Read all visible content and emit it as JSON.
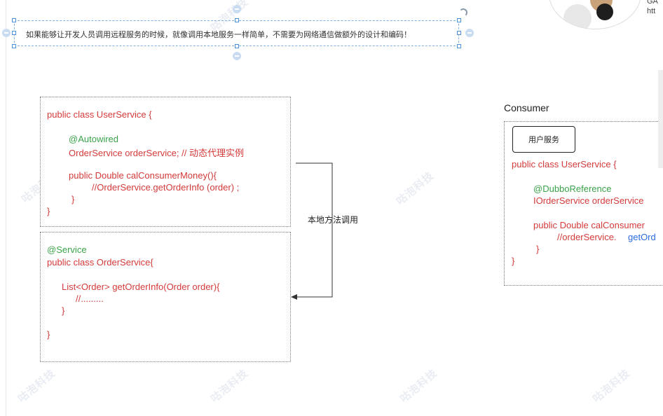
{
  "selected_text": "如果能够让开发人员调用远程服务的时候，就像调用本地服务一样简单，不需要为网络通信做额外的设计和编码！",
  "corner": {
    "line1": "GA",
    "line2": "htt"
  },
  "watermark": "咕泡科技",
  "user_service_box": {
    "lines": [
      "public class UserService {",
      "@Autowired",
      "OrderService orderService; // 动态代理实例",
      "public Double calConsumerMoney(){",
      "//OrderService.getOrderInfo (order) ;",
      "}",
      "}"
    ]
  },
  "order_service_box": {
    "lines": [
      "@Service",
      "public class OrderService{",
      "List<Order> getOrderInfo(Order order){",
      "//.........",
      "}",
      "}"
    ]
  },
  "arrow_label": "本地方法调用",
  "consumer": {
    "title": "Consumer",
    "button": "用户服务",
    "lines": [
      "public class UserService {",
      "@DubboReference",
      "IOrderService orderService",
      "public Double calConsumer",
      "//orderService.",
      "getOrd",
      "}",
      "}"
    ]
  },
  "colors": {
    "code_red": "#d43a3a",
    "annotation_green": "#3aa34a",
    "method_blue": "#2a6de0",
    "selection_blue": "#4a90d9"
  }
}
